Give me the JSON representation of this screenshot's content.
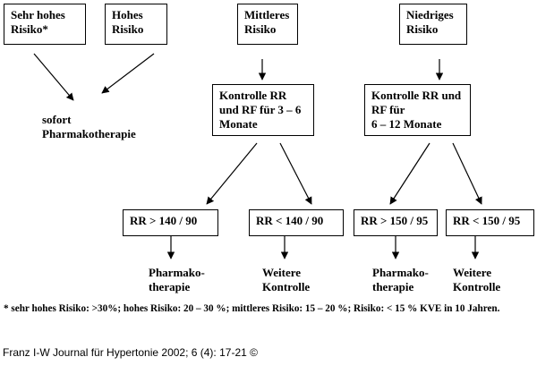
{
  "boxes": {
    "sehr_hohes_risiko": "Sehr hohes\nRisiko*",
    "hohes_risiko": "Hohes\nRisiko",
    "mittleres_risiko": "Mittleres\nRisiko",
    "niedriges_risiko": "Niedriges\nRisiko",
    "kontrolle_mittel": "Kontrolle RR\nund RF  für 3 – 6\nMonate",
    "kontrolle_niedrig": "Kontrolle RR und\nRF für\n6 – 12 Monate",
    "rr_gt_140": "RR  >  140 / 90",
    "rr_lt_140": "RR  <  140 / 90",
    "rr_gt_150": "RR > 150 / 95",
    "rr_lt_150": "RR  <  150 / 95"
  },
  "outcomes": {
    "sofort": "sofort\nPharmakotherapie",
    "pharmako_1": "Pharmako-\ntherapie",
    "weitere_1": "Weitere\nKontrolle",
    "pharmako_2": "Pharmako-\ntherapie",
    "weitere_2": "Weitere\nKontrolle"
  },
  "footnote": "* sehr hohes Risiko: >30%;  hohes Risiko: 20 – 30 %;  mittleres Risiko: 15 – 20 %; Risiko: < 15 % KVE in 10 Jahren.",
  "credit": "Franz I-W Journal für Hypertonie 2002; 6 (4): 17-21 ©"
}
